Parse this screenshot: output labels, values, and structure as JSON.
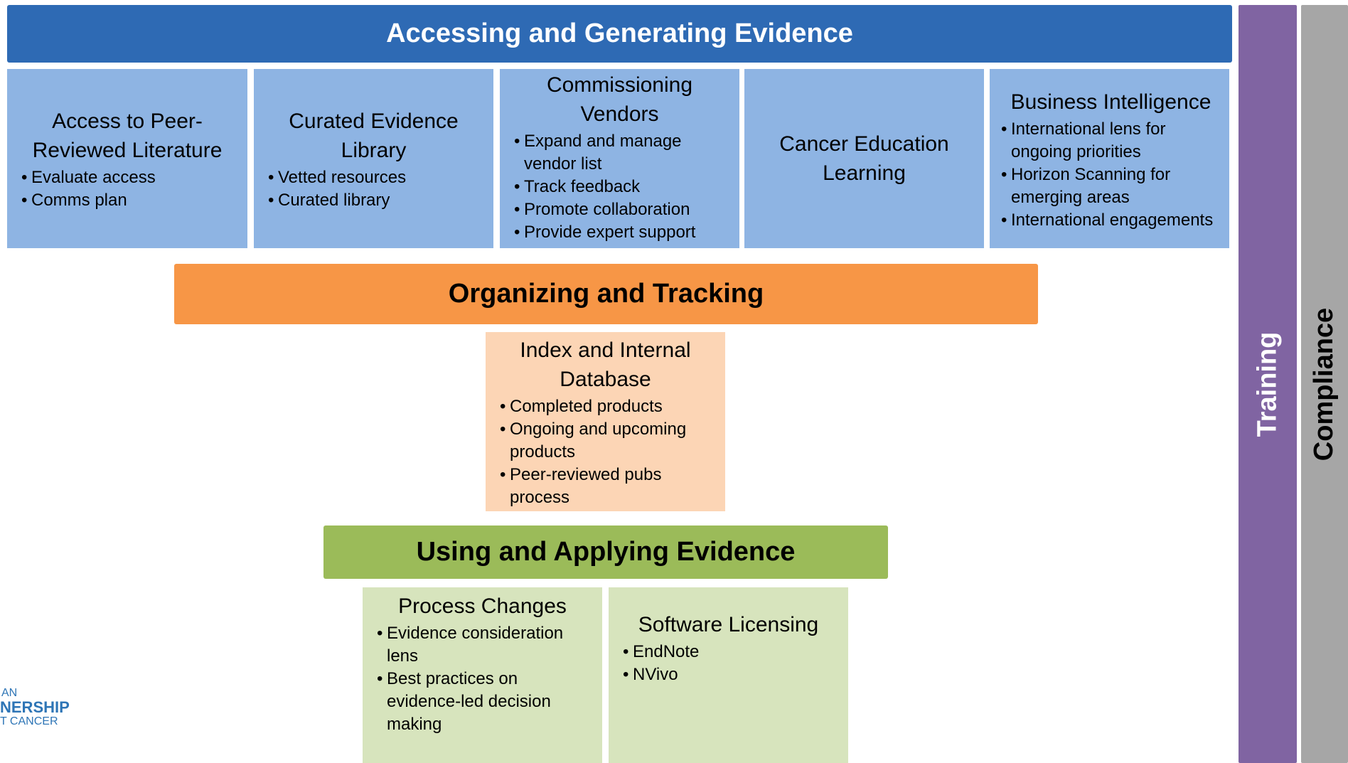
{
  "access": {
    "banner": "Accessing and Generating Evidence",
    "boxes": [
      {
        "title": "Access to Peer-Reviewed Literature",
        "bullets": [
          "Evaluate access",
          "Comms plan"
        ]
      },
      {
        "title": "Curated Evidence Library",
        "bullets": [
          "Vetted resources",
          "Curated library"
        ]
      },
      {
        "title": "Commissioning Vendors",
        "bullets": [
          "Expand and manage vendor list",
          "Track feedback",
          "Promote collaboration",
          "Provide expert support"
        ]
      },
      {
        "title": "Cancer Education Learning",
        "bullets": []
      },
      {
        "title": "Business Intelligence",
        "bullets": [
          "International lens for ongoing priorities",
          "Horizon Scanning for emerging areas",
          "International engagements"
        ]
      }
    ]
  },
  "organizing": {
    "banner": "Organizing and Tracking",
    "box": {
      "title": "Index and Internal Database",
      "bullets": [
        "Completed products",
        "Ongoing and upcoming products",
        "Peer-reviewed pubs process"
      ]
    }
  },
  "using": {
    "banner": "Using and Applying Evidence",
    "boxes": [
      {
        "title": "Process Changes",
        "bullets": [
          "Evidence consideration lens",
          "Best practices on evidence-led decision making"
        ]
      },
      {
        "title": "Software Licensing",
        "bullets": [
          "EndNote",
          "NVivo"
        ]
      }
    ]
  },
  "sidebars": {
    "training": "Training",
    "compliance": "Compliance"
  },
  "logo": {
    "line1": "AN",
    "line2": "NERSHIP",
    "line3": "T CANCER"
  },
  "colors": {
    "access_banner": "#2e6ab4",
    "access_box": "#8eb4e3",
    "org_banner": "#f79646",
    "org_box": "#fcd5b5",
    "use_banner": "#9bbb59",
    "use_box": "#d7e4bd",
    "training": "#8064a2",
    "compliance": "#a6a6a6"
  }
}
